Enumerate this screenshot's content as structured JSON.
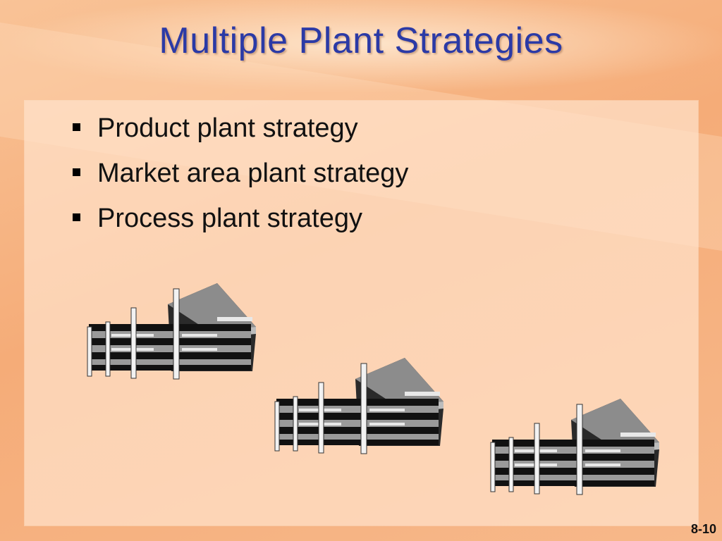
{
  "slide": {
    "title": "Multiple Plant Strategies",
    "bullets": [
      "Product plant strategy",
      "Market area plant strategy",
      "Process plant strategy"
    ],
    "images": [
      {
        "icon": "factory-building-icon"
      },
      {
        "icon": "factory-building-icon"
      },
      {
        "icon": "factory-building-icon"
      }
    ],
    "page_number": "8-10"
  },
  "colors": {
    "title": "#2b3aa6",
    "background": "#f6b585",
    "panel": "#ffe2cb",
    "text": "#111111"
  }
}
